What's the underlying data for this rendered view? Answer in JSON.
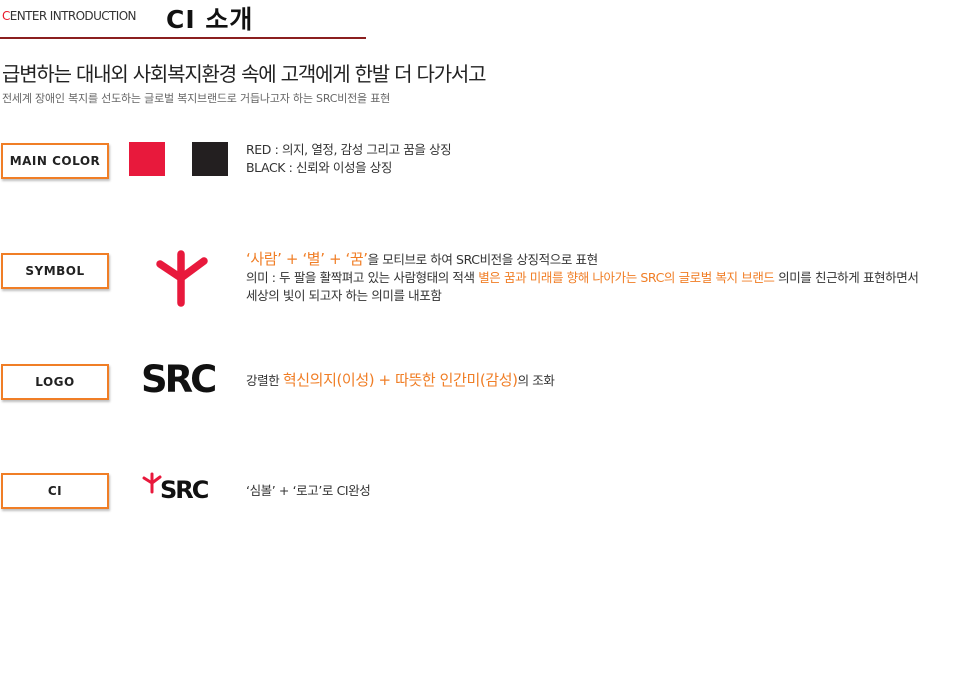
{
  "header": {
    "label_first": "C",
    "label_rest": "ENTER INTRODUCTION",
    "title": "CI 소개"
  },
  "headline": "급변하는 대내외 사회복지환경 속에 고객에게 한발 더 다가서고",
  "subhead": "전세계 장애인 복지를 선도하는 글로벌 복지브랜드로 거듭나고자 하는 SRC비전을 표현",
  "colors": {
    "red": "#e8193c",
    "black": "#231f20",
    "accent": "#f07e26"
  },
  "sections": {
    "main_color": {
      "label": "MAIN COLOR",
      "red_line": "RED  : 의지, 열정, 감성 그리고 꿈을 상징",
      "black_line": "BLACK :  신뢰와 이성을 상징"
    },
    "symbol": {
      "label": "SYMBOL",
      "line1_highlight": "‘사람’ + ‘별’ + ‘꿈’",
      "line1_rest": "을 모티브로 하여 SRC비전을 상징적으로 표현",
      "line2_a": "의미 : 두 팔을 활짝펴고 있는 사람형태의 적색 ",
      "line2_highlight": "별은 꿈과 미래를 향해 나아가는 SRC의 글로벌 복지 브랜드",
      "line2_b": " 의미를 친근하게 표현하면서",
      "line3": "세상의 빛이 되고자 하는 의미를 내포함"
    },
    "logo": {
      "label": "LOGO",
      "logo_text": "SRC",
      "prefix": "강렬한 ",
      "highlight": "혁신의지(이성) + 따뜻한 인간미(감성)",
      "suffix": "의 조화"
    },
    "ci": {
      "label": "CI",
      "logo_text": "SRC",
      "desc": "‘심볼’ + ‘로고’로 CI완성"
    }
  }
}
